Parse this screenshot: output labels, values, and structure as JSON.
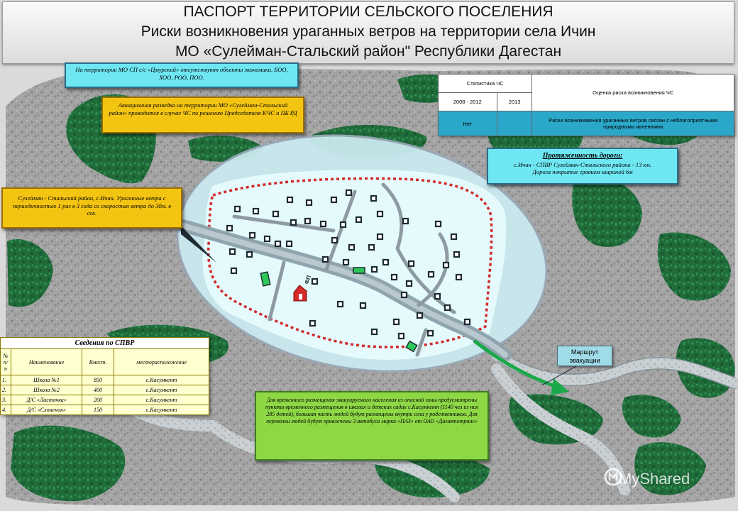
{
  "title": {
    "line1": "ПАСПОРТ ТЕРРИТОРИИ СЕЛЬСКОГО ПОСЕЛЕНИЯ",
    "line2": "Риски возникновения ураганных ветров на территории села Ичин",
    "line3": "МО «Сулейман-Стальский район\" Республики Дагестан"
  },
  "notes": {
    "economy": "На территории МО СП с/с «Цмурский» отсутствуют объекты экономики, БОО, ХОО, РОО, ПОО.",
    "aviation": "Авиационная разведка на территории МО «Сулейман-Стальский район» проводится в случае ЧС по решению Председателя КЧС и ПБ РД",
    "wind": "Сулейман - Стальский район, с.Ичин. Ураганные ветра с периодичностью 1 раз в 3 года со скоростью ветра до 30м. в сек.",
    "road_title": "Протяженность дороги:",
    "road_line1": "с.Ичин - СПВР Сулейман-Стальского района - 13 км.",
    "road_line2": "Дорога покрытие гравием шириной 6м",
    "evacuation": "Для временного размещения эвакуируемого населения из опасной зоны предусмотрены пункты временного размещения в школах и детских садах с.Касумкент (1140 чел из них 285 детей), большая часть людей будут размещены внутри села у родственников. Для перевозки людей будут привлечены 3 автобуса марки «ПАЗ» от ОАО «Дагавтотранс»"
  },
  "chs_table": {
    "header_stat": "Статистика ЧС",
    "header_risk": "Оценка риска возникновения ЧС",
    "period1": "2008 - 2012",
    "period2": "2013",
    "value1": "Нет",
    "value2": "",
    "risk_text": "Риски возникновения ураганных ветров связан с неблагоприятными природными явлениями"
  },
  "spvr": {
    "caption": "Сведения по СПВР",
    "columns": [
      "№ п/п",
      "Наименование",
      "Вмест.",
      "месторасположение"
    ],
    "rows": [
      [
        "1.",
        "Школа №1",
        "850",
        "с.Касумкент"
      ],
      [
        "2.",
        "Школа №2",
        "400",
        "с.Касумкент"
      ],
      [
        "3.",
        "Д/С «Ласточка»",
        "200",
        "с.Касумкент"
      ],
      [
        "4.",
        "Д/С «Слоненок»",
        "150",
        "с.Касумкент"
      ]
    ]
  },
  "evac_route": "Маршрут эвакуации",
  "building_label": "ФП",
  "watermark": "MyShared",
  "colors": {
    "forest": "#1f6b3a",
    "terrain": "#9a9a9a",
    "zone": "#c9e9ee",
    "village": "#e4fafd",
    "boundary": "#d42a2a",
    "road": "#8d9aa2",
    "route": "#1aa84a"
  }
}
